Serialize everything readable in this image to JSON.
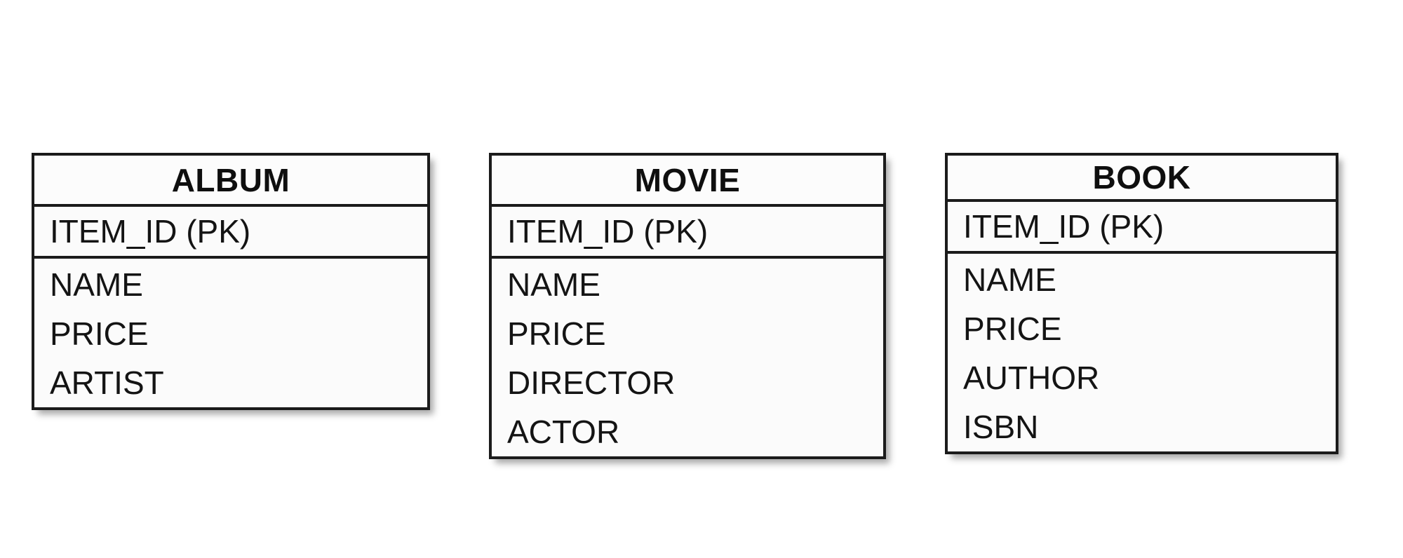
{
  "diagram": {
    "type": "entity-relationship-tables",
    "background_color": "#ffffff",
    "border_color": "#1b1b1b",
    "text_color": "#141414",
    "entities": [
      {
        "name": "ALBUM",
        "primary_keys": [
          "ITEM_ID (PK)"
        ],
        "attributes": [
          "NAME",
          "PRICE",
          "ARTIST"
        ]
      },
      {
        "name": "MOVIE",
        "primary_keys": [
          "ITEM_ID (PK)"
        ],
        "attributes": [
          "NAME",
          "PRICE",
          "DIRECTOR",
          "ACTOR"
        ]
      },
      {
        "name": "BOOK",
        "primary_keys": [
          "ITEM_ID (PK)"
        ],
        "attributes": [
          "NAME",
          "PRICE",
          "AUTHOR",
          "ISBN"
        ]
      }
    ]
  }
}
